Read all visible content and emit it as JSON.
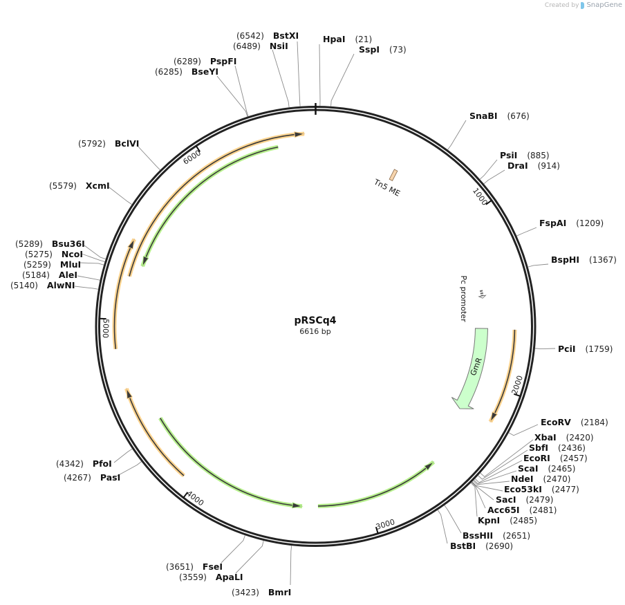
{
  "credit": {
    "prefix": "Created by",
    "brand": "SnapGene"
  },
  "plasmid": {
    "name": "pRSCq4",
    "length_label": "6616 bp",
    "length": 6616
  },
  "ticks": [
    "1000",
    "2000",
    "3000",
    "4000",
    "5000",
    "6000"
  ],
  "colors": {
    "orf": "#fcd38e",
    "primer_green": "#b6ef8c",
    "gmr_fill": "#ccffcc",
    "tn5_fill": "#f6d4ad",
    "backbone": "#222222"
  },
  "features": [
    {
      "label": "Tn5 ME",
      "type": "protein_bind",
      "start": 491,
      "end": 509
    },
    {
      "label": "Pc promoter",
      "type": "promoter",
      "start": 1428,
      "end": 1478
    },
    {
      "label": "GmR",
      "type": "cds",
      "start": 1667,
      "end": 2200,
      "strand": 1
    },
    {
      "label": "",
      "type": "orf",
      "start": 1672,
      "end": 2180,
      "strand": 1
    },
    {
      "label": "",
      "type": "orf",
      "start": 5238,
      "end": 6554,
      "strand": 1
    },
    {
      "label": "",
      "type": "orf",
      "start": 4843,
      "end": 5434,
      "strand": 1
    },
    {
      "label": "",
      "type": "orf",
      "start": 4069,
      "end": 4627,
      "strand": 1
    },
    {
      "label": "",
      "type": "green",
      "start": 5314,
      "end": 6399,
      "strand": -1
    },
    {
      "label": "",
      "type": "green",
      "start": 3387,
      "end": 4401,
      "strand": -1
    },
    {
      "label": "",
      "type": "green",
      "start": 2554,
      "end": 3294,
      "strand": -1
    }
  ],
  "enzymes": [
    {
      "name": "HpaI",
      "position": "(21)",
      "bp": 21
    },
    {
      "name": "SspI",
      "position": "(73)",
      "bp": 73
    },
    {
      "name": "SnaBI",
      "position": "(676)",
      "bp": 676
    },
    {
      "name": "PsiI",
      "position": "(885)",
      "bp": 885
    },
    {
      "name": "DraI",
      "position": "(914)",
      "bp": 914
    },
    {
      "name": "FspAI",
      "position": "(1209)",
      "bp": 1209
    },
    {
      "name": "BspHI",
      "position": "(1367)",
      "bp": 1367
    },
    {
      "name": "PciI",
      "position": "(1759)",
      "bp": 1759
    },
    {
      "name": "EcoRV",
      "position": "(2184)",
      "bp": 2184
    },
    {
      "name": "XbaI",
      "position": "(2420)",
      "bp": 2420
    },
    {
      "name": "SbfI",
      "position": "(2436)",
      "bp": 2436
    },
    {
      "name": "EcoRI",
      "position": "(2457)",
      "bp": 2457
    },
    {
      "name": "ScaI",
      "position": "(2465)",
      "bp": 2465
    },
    {
      "name": "NdeI",
      "position": "(2470)",
      "bp": 2470
    },
    {
      "name": "Eco53kI",
      "position": "(2477)",
      "bp": 2477
    },
    {
      "name": "SacI",
      "position": "(2479)",
      "bp": 2479
    },
    {
      "name": "Acc65I",
      "position": "(2481)",
      "bp": 2481
    },
    {
      "name": "KpnI",
      "position": "(2485)",
      "bp": 2485
    },
    {
      "name": "BssHII",
      "position": "(2651)",
      "bp": 2651
    },
    {
      "name": "BstBI",
      "position": "(2690)",
      "bp": 2690
    },
    {
      "name": "BmrI",
      "position": "(3423)",
      "bp": 3423
    },
    {
      "name": "ApaLI",
      "position": "(3559)",
      "bp": 3559
    },
    {
      "name": "FseI",
      "position": "(3651)",
      "bp": 3651
    },
    {
      "name": "PasI",
      "position": "(4267)",
      "bp": 4267
    },
    {
      "name": "PfoI",
      "position": "(4342)",
      "bp": 4342
    },
    {
      "name": "AlwNI",
      "position": "(5140)",
      "bp": 5140
    },
    {
      "name": "AleI",
      "position": "(5184)",
      "bp": 5184
    },
    {
      "name": "MluI",
      "position": "(5259)",
      "bp": 5259
    },
    {
      "name": "NcoI",
      "position": "(5275)",
      "bp": 5275
    },
    {
      "name": "Bsu36I",
      "position": "(5289)",
      "bp": 5289
    },
    {
      "name": "XcmI",
      "position": "(5579)",
      "bp": 5579
    },
    {
      "name": "BclVI",
      "position": "(5792)",
      "bp": 5792
    },
    {
      "name": "BseYI",
      "position": "(6285)",
      "bp": 6285
    },
    {
      "name": "PspFI",
      "position": "(6289)",
      "bp": 6289
    },
    {
      "name": "NsiI",
      "position": "(6489)",
      "bp": 6489
    },
    {
      "name": "BstXI",
      "position": "(6542)",
      "bp": 6542
    }
  ]
}
